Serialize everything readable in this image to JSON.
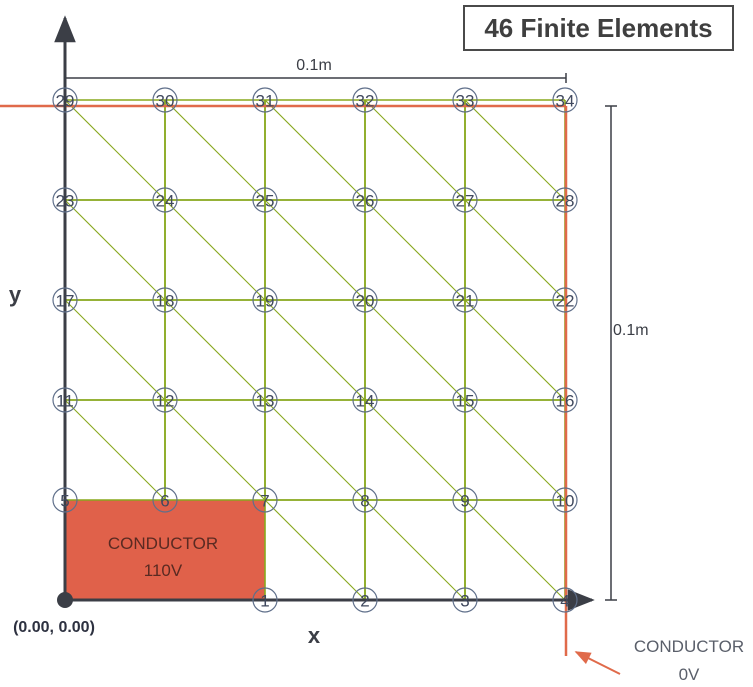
{
  "title": "46 Finite Elements",
  "dimensions": {
    "width_label": "0.1m",
    "height_label": "0.1m"
  },
  "axes": {
    "x_label": "x",
    "y_label": "y",
    "origin_label": "(0.00, 0.00)"
  },
  "conductors": {
    "inner": {
      "line1": "CONDUCTOR",
      "line2": "110V"
    },
    "outer": {
      "line1": "CONDUCTOR",
      "line2": "0V"
    }
  },
  "colors": {
    "mesh": "#88a81d",
    "conductor_fill": "#e0614a",
    "conductor_line": "#e06a4a",
    "axis": "#3b3e46",
    "node": "#5f6f8a"
  },
  "mesh": {
    "columns": 6,
    "rows": 6,
    "conductor_cells": {
      "cols": 2,
      "rows": 1
    },
    "nodes": [
      {
        "id": "1",
        "col": 2,
        "row": 0
      },
      {
        "id": "2",
        "col": 3,
        "row": 0
      },
      {
        "id": "3",
        "col": 4,
        "row": 0
      },
      {
        "id": "4",
        "col": 5,
        "row": 0
      },
      {
        "id": "5",
        "col": 0,
        "row": 1
      },
      {
        "id": "6",
        "col": 1,
        "row": 1
      },
      {
        "id": "7",
        "col": 2,
        "row": 1
      },
      {
        "id": "8",
        "col": 3,
        "row": 1
      },
      {
        "id": "9",
        "col": 4,
        "row": 1
      },
      {
        "id": "10",
        "col": 5,
        "row": 1
      },
      {
        "id": "11",
        "col": 0,
        "row": 2
      },
      {
        "id": "12",
        "col": 1,
        "row": 2
      },
      {
        "id": "13",
        "col": 2,
        "row": 2
      },
      {
        "id": "14",
        "col": 3,
        "row": 2
      },
      {
        "id": "15",
        "col": 4,
        "row": 2
      },
      {
        "id": "16",
        "col": 5,
        "row": 2
      },
      {
        "id": "17",
        "col": 0,
        "row": 3
      },
      {
        "id": "18",
        "col": 1,
        "row": 3
      },
      {
        "id": "19",
        "col": 2,
        "row": 3
      },
      {
        "id": "20",
        "col": 3,
        "row": 3
      },
      {
        "id": "21",
        "col": 4,
        "row": 3
      },
      {
        "id": "22",
        "col": 5,
        "row": 3
      },
      {
        "id": "23",
        "col": 0,
        "row": 4
      },
      {
        "id": "24",
        "col": 1,
        "row": 4
      },
      {
        "id": "25",
        "col": 2,
        "row": 4
      },
      {
        "id": "26",
        "col": 3,
        "row": 4
      },
      {
        "id": "27",
        "col": 4,
        "row": 4
      },
      {
        "id": "28",
        "col": 5,
        "row": 4
      },
      {
        "id": "29",
        "col": 0,
        "row": 5
      },
      {
        "id": "30",
        "col": 1,
        "row": 5
      },
      {
        "id": "31",
        "col": 2,
        "row": 5
      },
      {
        "id": "32",
        "col": 3,
        "row": 5
      },
      {
        "id": "33",
        "col": 4,
        "row": 5
      },
      {
        "id": "34",
        "col": 5,
        "row": 5
      }
    ]
  }
}
